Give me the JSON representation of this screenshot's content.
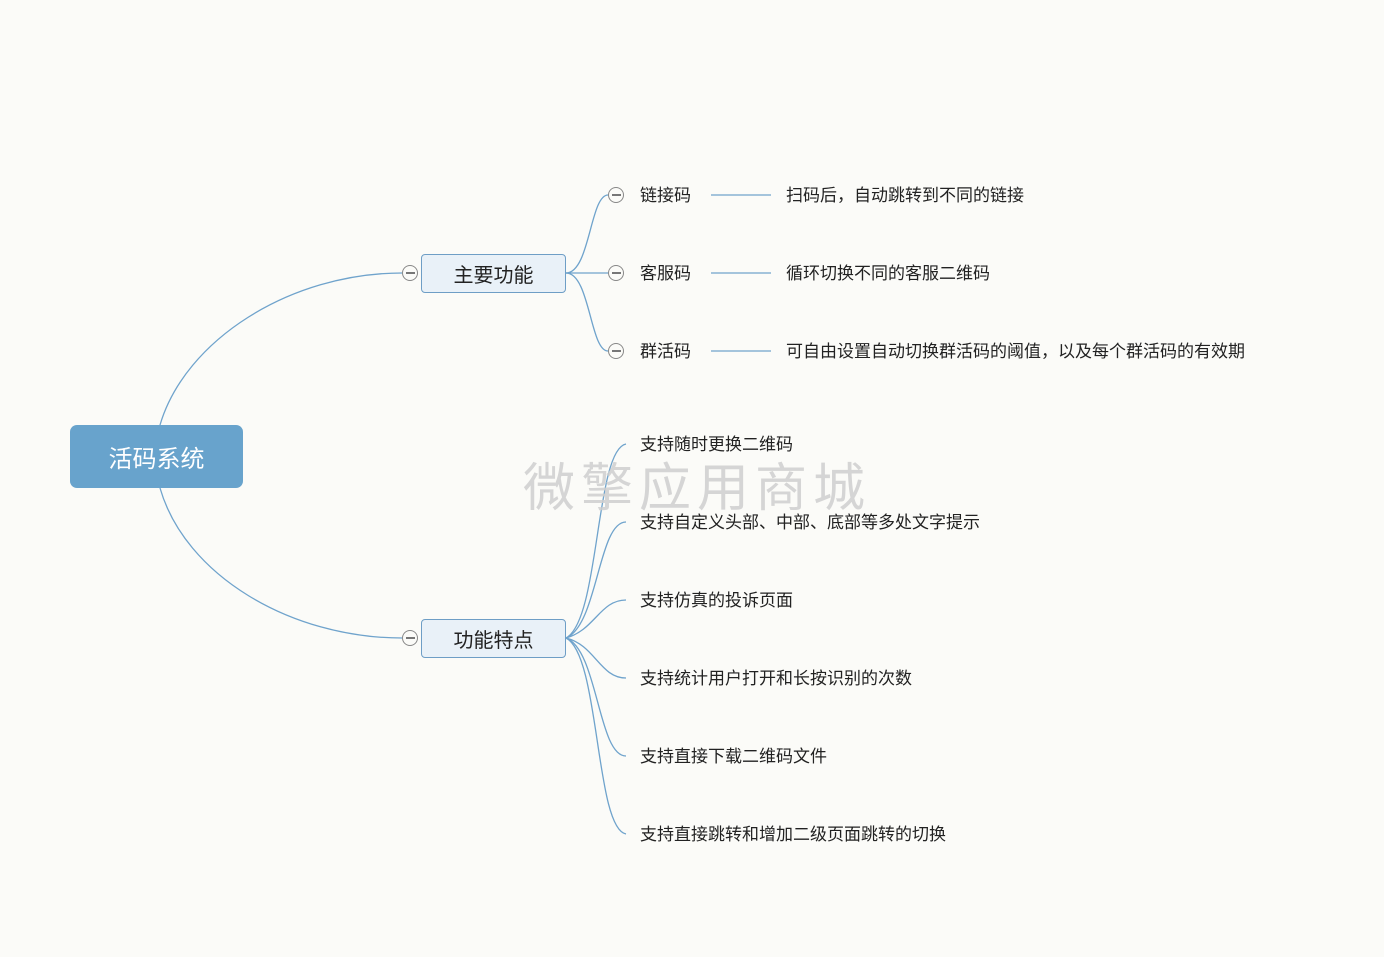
{
  "root": {
    "label": "活码系统"
  },
  "branches": [
    {
      "label": "主要功能",
      "children": [
        {
          "label": "链接码",
          "detail": "扫码后，自动跳转到不同的链接"
        },
        {
          "label": "客服码",
          "detail": "循环切换不同的客服二维码"
        },
        {
          "label": "群活码",
          "detail": "可自由设置自动切换群活码的阈值，以及每个群活码的有效期"
        }
      ]
    },
    {
      "label": "功能特点",
      "children": [
        {
          "label": "支持随时更换二维码"
        },
        {
          "label": "支持自定义头部、中部、底部等多处文字提示"
        },
        {
          "label": "支持仿真的投诉页面"
        },
        {
          "label": "支持统计用户打开和长按识别的次数"
        },
        {
          "label": "支持直接下载二维码文件"
        },
        {
          "label": "支持直接跳转和增加二级页面跳转的切换"
        }
      ]
    }
  ],
  "watermark": "微擎应用商城",
  "colors": {
    "connector": "#6fa3cc",
    "root_fill": "#68a3cc",
    "branch_fill": "#e9f1f8",
    "branch_border": "#6e9ec6"
  }
}
